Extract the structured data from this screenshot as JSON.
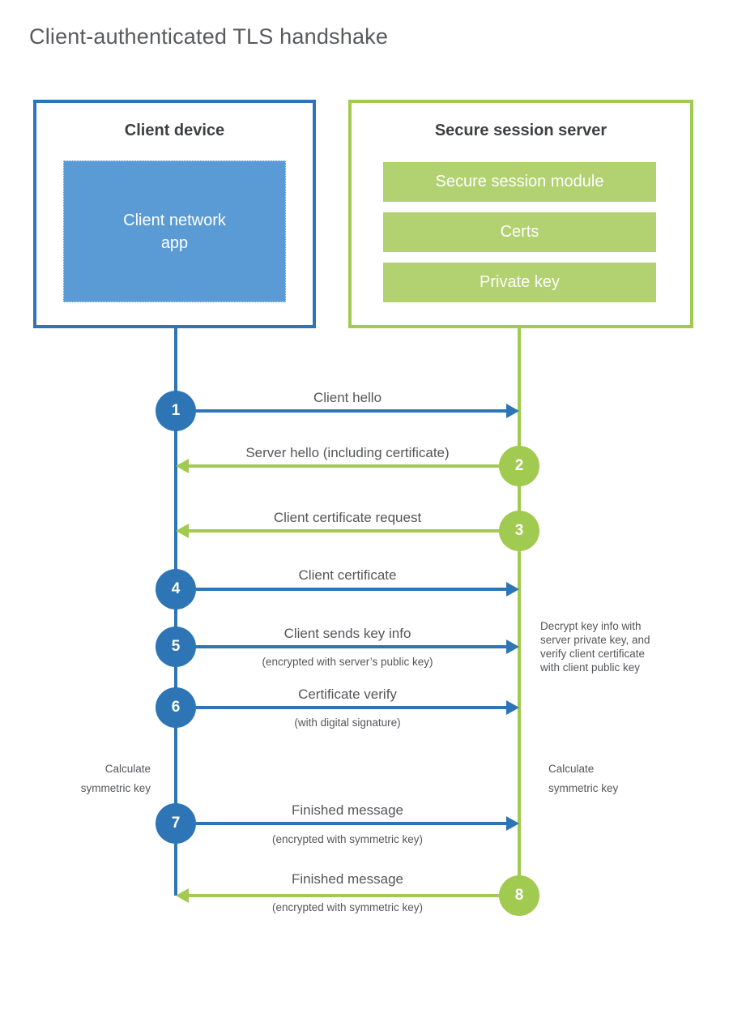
{
  "title": "Client-authenticated TLS handshake",
  "client": {
    "title": "Client device",
    "app_label": "Client network\napp"
  },
  "server": {
    "title": "Secure session server",
    "modules": [
      "Secure session module",
      "Certs",
      "Private key"
    ]
  },
  "steps": [
    {
      "num": "1",
      "label": "Client hello",
      "direction": "client-to-server",
      "color": "blue"
    },
    {
      "num": "2",
      "label": "Server hello (including certificate)",
      "direction": "server-to-client",
      "color": "green"
    },
    {
      "num": "3",
      "label": "Client certificate request",
      "direction": "server-to-client",
      "color": "green"
    },
    {
      "num": "4",
      "label": "Client certificate",
      "direction": "client-to-server",
      "color": "blue"
    },
    {
      "num": "5",
      "label": "Client sends key info",
      "sub": "(encrypted with server’s public key)",
      "direction": "client-to-server",
      "color": "blue"
    },
    {
      "num": "6",
      "label": "Certificate verify",
      "sub": "(with digital signature)",
      "direction": "client-to-server",
      "color": "blue"
    },
    {
      "num": "7",
      "label": "Finished message",
      "sub": "(encrypted with symmetric key)",
      "direction": "client-to-server",
      "color": "blue"
    },
    {
      "num": "8",
      "label": "Finished message",
      "sub": "(encrypted with symmetric key)",
      "direction": "server-to-client",
      "color": "green"
    }
  ],
  "notes": {
    "decrypt": "Decrypt key info with\nserver private key, and\nverify client certificate\nwith client public key",
    "calc_left": "Calculate\nsymmetric key",
    "calc_right": "Calculate\nsymmetric key"
  },
  "colors": {
    "blue_line": "#2e75b6",
    "blue_fill": "#5b9bd5",
    "green_line": "#a1ca50",
    "green_fill": "#b2d170",
    "text": "#55565a",
    "heading": "#3f4043"
  }
}
